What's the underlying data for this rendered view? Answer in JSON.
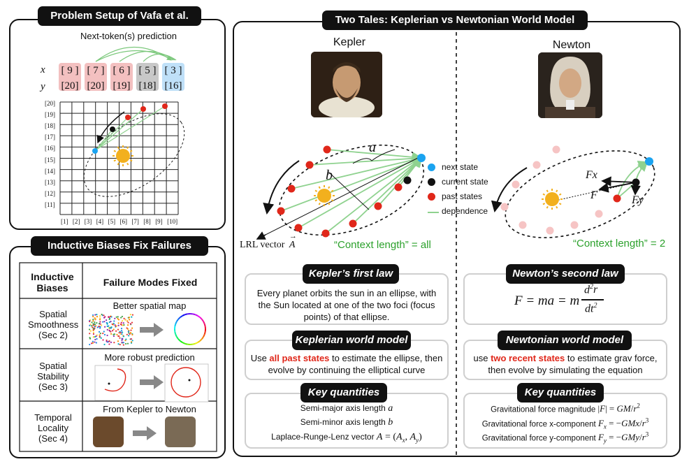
{
  "setup": {
    "title": "Problem Setup of Vafa et al.",
    "next_token_label": "Next-token(s) prediction",
    "row_x_label": "x",
    "row_y_label": "y",
    "x_values": [
      "[ 9 ]",
      "[ 7 ]",
      "[ 6 ]",
      "[ 5 ]",
      "[ 3 ]"
    ],
    "y_values": [
      "[20]",
      "[20]",
      "[19]",
      "[18]",
      "[16]"
    ],
    "token_colors": [
      "#f3c0c0",
      "#f3c0c0",
      "#f3c0c0",
      "#c8c8c8",
      "#bfe0f8"
    ],
    "grid_y_ticks": [
      "[20]",
      "[19]",
      "[18]",
      "[17]",
      "[16]",
      "[15]",
      "[14]",
      "[13]",
      "[12]",
      "[11]"
    ],
    "grid_x_ticks": [
      "[1]",
      "[2]",
      "[3]",
      "[4]",
      "[5]",
      "[6]",
      "[7]",
      "[8]",
      "[9]",
      "[10]"
    ]
  },
  "biases": {
    "title": "Inductive Biases Fix Failures",
    "col1_header": "Inductive Biases",
    "col2_header": "Failure Modes Fixed",
    "rows": [
      {
        "bias": "Spatial Smoothness (Sec 2)",
        "caption": "Better spatial map"
      },
      {
        "bias": "Spatial Stability (Sec 3)",
        "caption": "More robust prediction"
      },
      {
        "bias": "Temporal Locality (Sec 4)",
        "caption": "From Kepler to Newton"
      }
    ]
  },
  "tales": {
    "title": "Two Tales: Keplerian vs Newtonian World Model",
    "kepler": {
      "name": "Kepler",
      "a_label": "a",
      "b_label": "b",
      "lrl_label": "LRL vector",
      "lrl_symbol": "A",
      "context": "“Context length” = all",
      "law_title": "Kepler’s first law",
      "law_text": "Every planet orbits the sun in an ellipse, with the Sun located at one of the two foci (focus points) of that ellipse.",
      "model_title": "Keplerian world model",
      "model_pre": "Use ",
      "model_highlight": "all past states",
      "model_post": " to estimate the ellipse, then evolve by continuing the elliptical curve",
      "quant_title": "Key quantities",
      "quantities": [
        "Semi-major axis length a",
        "Semi-minor axis length b",
        "Laplace-Runge-Lenz vector A = (Ax, Ay)"
      ]
    },
    "newton": {
      "name": "Newton",
      "fx_label": "Fx",
      "fy_label": "Fy",
      "f_label": "F",
      "context": "“Context length” = 2",
      "law_title": "Newton’s second law",
      "law_formula": "F = ma = m d²r/dt²",
      "model_title": "Newtonian world model",
      "model_pre": "use ",
      "model_highlight": "two recent states",
      "model_post": " to estimate grav force, then evolve by simulating the equation",
      "quant_title": "Key quantities",
      "quantities": [
        "Gravitational force magnitude |F| = GM/r²",
        "Gravitational force x-component Fx = −GMx/r³",
        "Gravitational force y-component Fy = −GMy/r³"
      ]
    },
    "legend": [
      {
        "label": "next state",
        "color": "#1aa3f0"
      },
      {
        "label": "current state",
        "color": "#111111"
      },
      {
        "label": "past states",
        "color": "#e0271a"
      },
      {
        "label": "dependence",
        "color": "#8fd28f"
      }
    ]
  }
}
